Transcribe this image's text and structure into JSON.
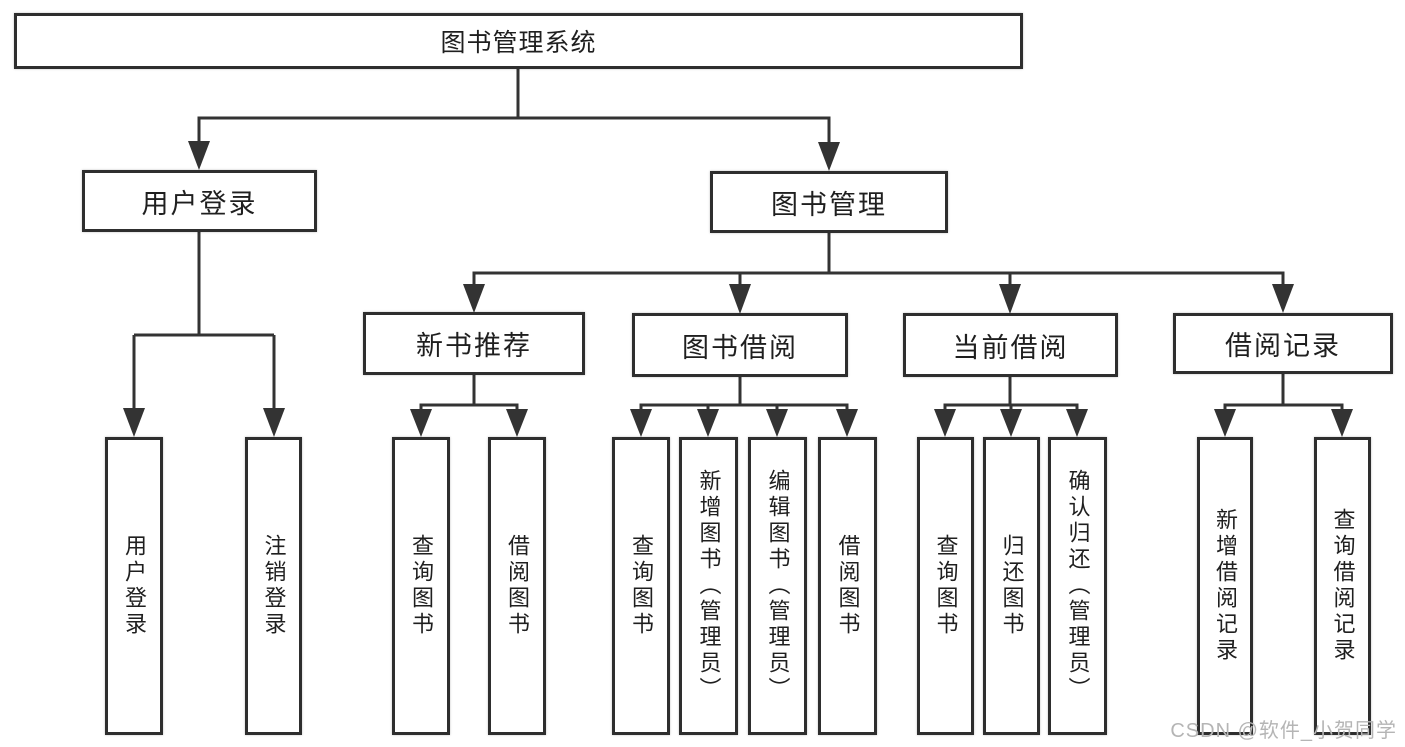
{
  "colors": {
    "line": "#333333",
    "box_border": "#2e2e2e",
    "text": "#1f1f1f",
    "background": "#ffffff",
    "watermark": "#b5b5b5"
  },
  "watermark": {
    "text": "CSDN @软件_小贺同学"
  },
  "tree": {
    "root": {
      "label": "图书管理系统",
      "children": [
        {
          "label": "用户登录",
          "children": [
            {
              "label": "用户登录"
            },
            {
              "label": "注销登录"
            }
          ]
        },
        {
          "label": "图书管理",
          "children": [
            {
              "label": "新书推荐",
              "children": [
                {
                  "label": "查询图书"
                },
                {
                  "label": "借阅图书"
                }
              ]
            },
            {
              "label": "图书借阅",
              "children": [
                {
                  "label": "查询图书"
                },
                {
                  "label": "新增图书（管理员）"
                },
                {
                  "label": "编辑图书（管理员）"
                },
                {
                  "label": "借阅图书"
                }
              ]
            },
            {
              "label": "当前借阅",
              "children": [
                {
                  "label": "查询图书"
                },
                {
                  "label": "归还图书"
                },
                {
                  "label": "确认归还（管理员）"
                }
              ]
            },
            {
              "label": "借阅记录",
              "children": [
                {
                  "label": "新增借阅记录"
                },
                {
                  "label": "查询借阅记录"
                }
              ]
            }
          ]
        }
      ]
    }
  }
}
